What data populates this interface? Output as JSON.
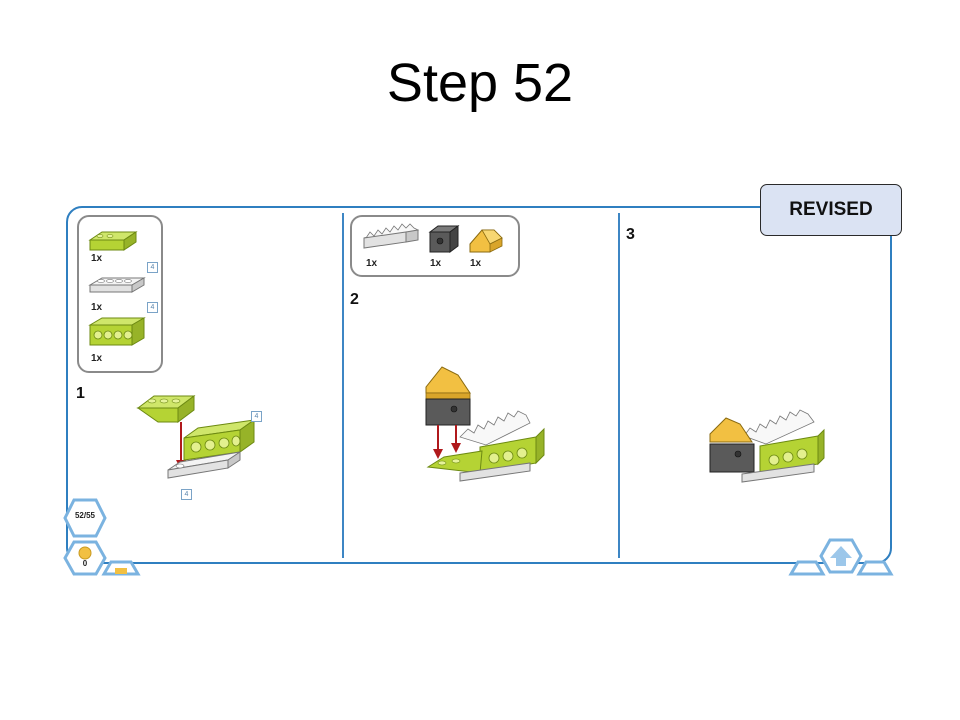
{
  "slide": {
    "title": "Step 52"
  },
  "badge": {
    "label": "REVISED"
  },
  "panels": [
    {
      "step": "1",
      "parts": [
        {
          "qty": "1x",
          "len": ""
        },
        {
          "qty": "1x",
          "len": "4"
        },
        {
          "qty": "1x",
          "len": "4"
        }
      ],
      "callouts": [
        "4",
        "4"
      ]
    },
    {
      "step": "2",
      "parts": [
        {
          "qty": "1x"
        },
        {
          "qty": "1x"
        },
        {
          "qty": "1x"
        }
      ]
    },
    {
      "step": "3"
    }
  ],
  "nav": {
    "page_indicator": "52/55",
    "coin_count": "0"
  },
  "colors": {
    "lime": "#b5d334",
    "frame": "#2f7fc0",
    "yellow": "#f2c042",
    "dark_gray": "#5a5a5a",
    "light_gray": "#e6e6e6",
    "arrow": "#b0191c"
  }
}
